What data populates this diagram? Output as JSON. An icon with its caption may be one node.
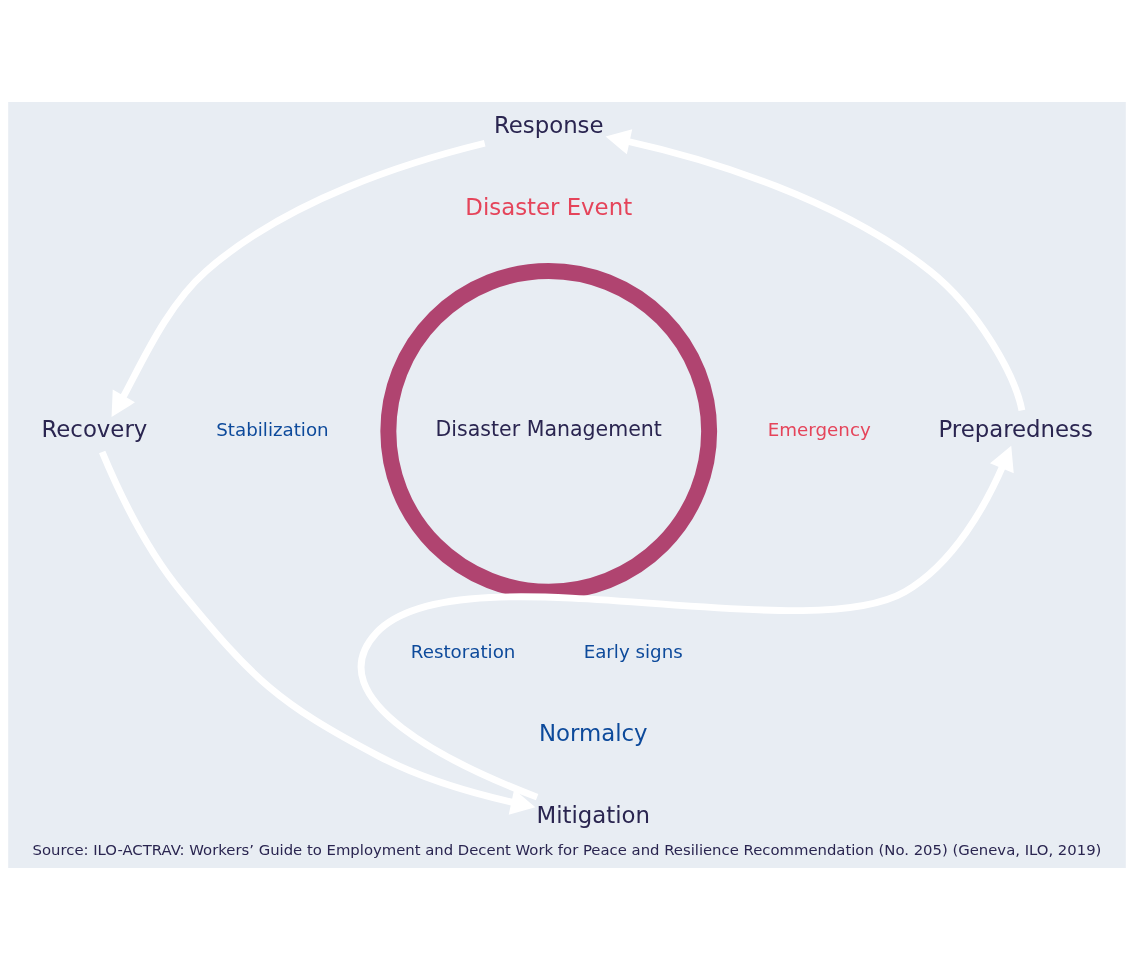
{
  "diagram": {
    "caption": "Source: ILO-ACTRAV: Workers’ Guide to Employment and Decent Work for Peace and Resilience Recommendation (No. 205) (Geneva, ILO, 2019)",
    "nodes": [
      {
        "text": [
          "Response"
        ]
      },
      {
        "text": [
          "Recovery"
        ]
      },
      {
        "text": [
          "Disaster Management"
        ]
      },
      {
        "text": [
          "Preparedness"
        ]
      },
      {
        "text": [
          "Mitigation"
        ]
      }
    ],
    "edges": [
      {
        "from": 0,
        "to": 1,
        "arrow": "to"
      },
      {
        "from": 1,
        "to": 4,
        "arrow": "to"
      },
      {
        "from": 4,
        "to": 3,
        "arrow": "to"
      },
      {
        "from": 3,
        "to": 0,
        "arrow": "to"
      }
    ],
    "labels": [
      "Disaster Event",
      "Emergency",
      "Stabilization",
      "Restoration",
      "Early signs",
      "Normalcy"
    ]
  }
}
